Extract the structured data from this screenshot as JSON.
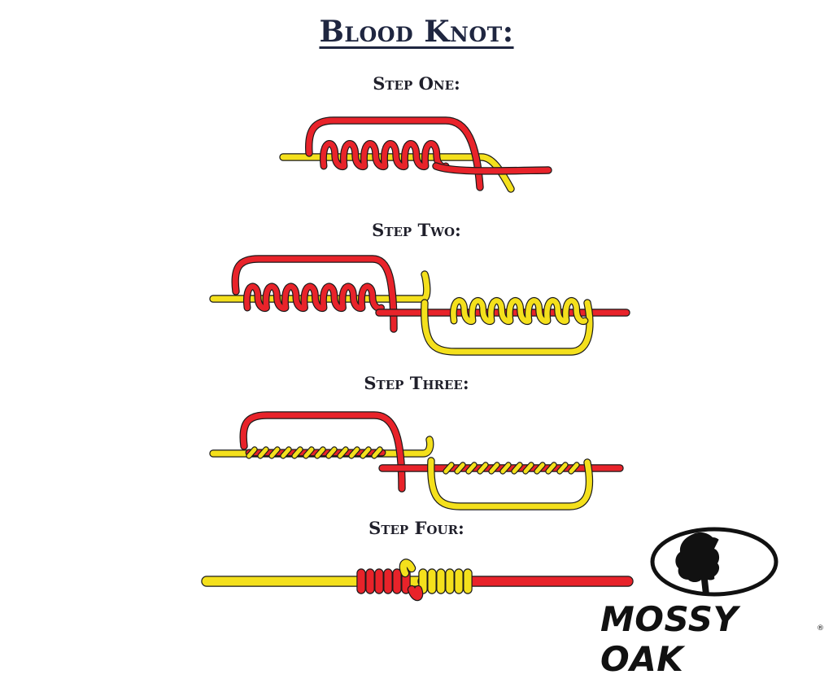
{
  "title": "Blood Knot:",
  "steps": [
    {
      "label": "Step One:"
    },
    {
      "label": "Step Two:"
    },
    {
      "label": "Step Three:"
    },
    {
      "label": "Step Four:"
    }
  ],
  "logo": {
    "text": "MOSSY OAK",
    "registered": "®",
    "icon": "tree-silhouette-icon"
  },
  "colors": {
    "red_line": "#e8232a",
    "yellow_line": "#f4e01c",
    "outline": "#1a1a1a",
    "title": "#1f2640"
  }
}
